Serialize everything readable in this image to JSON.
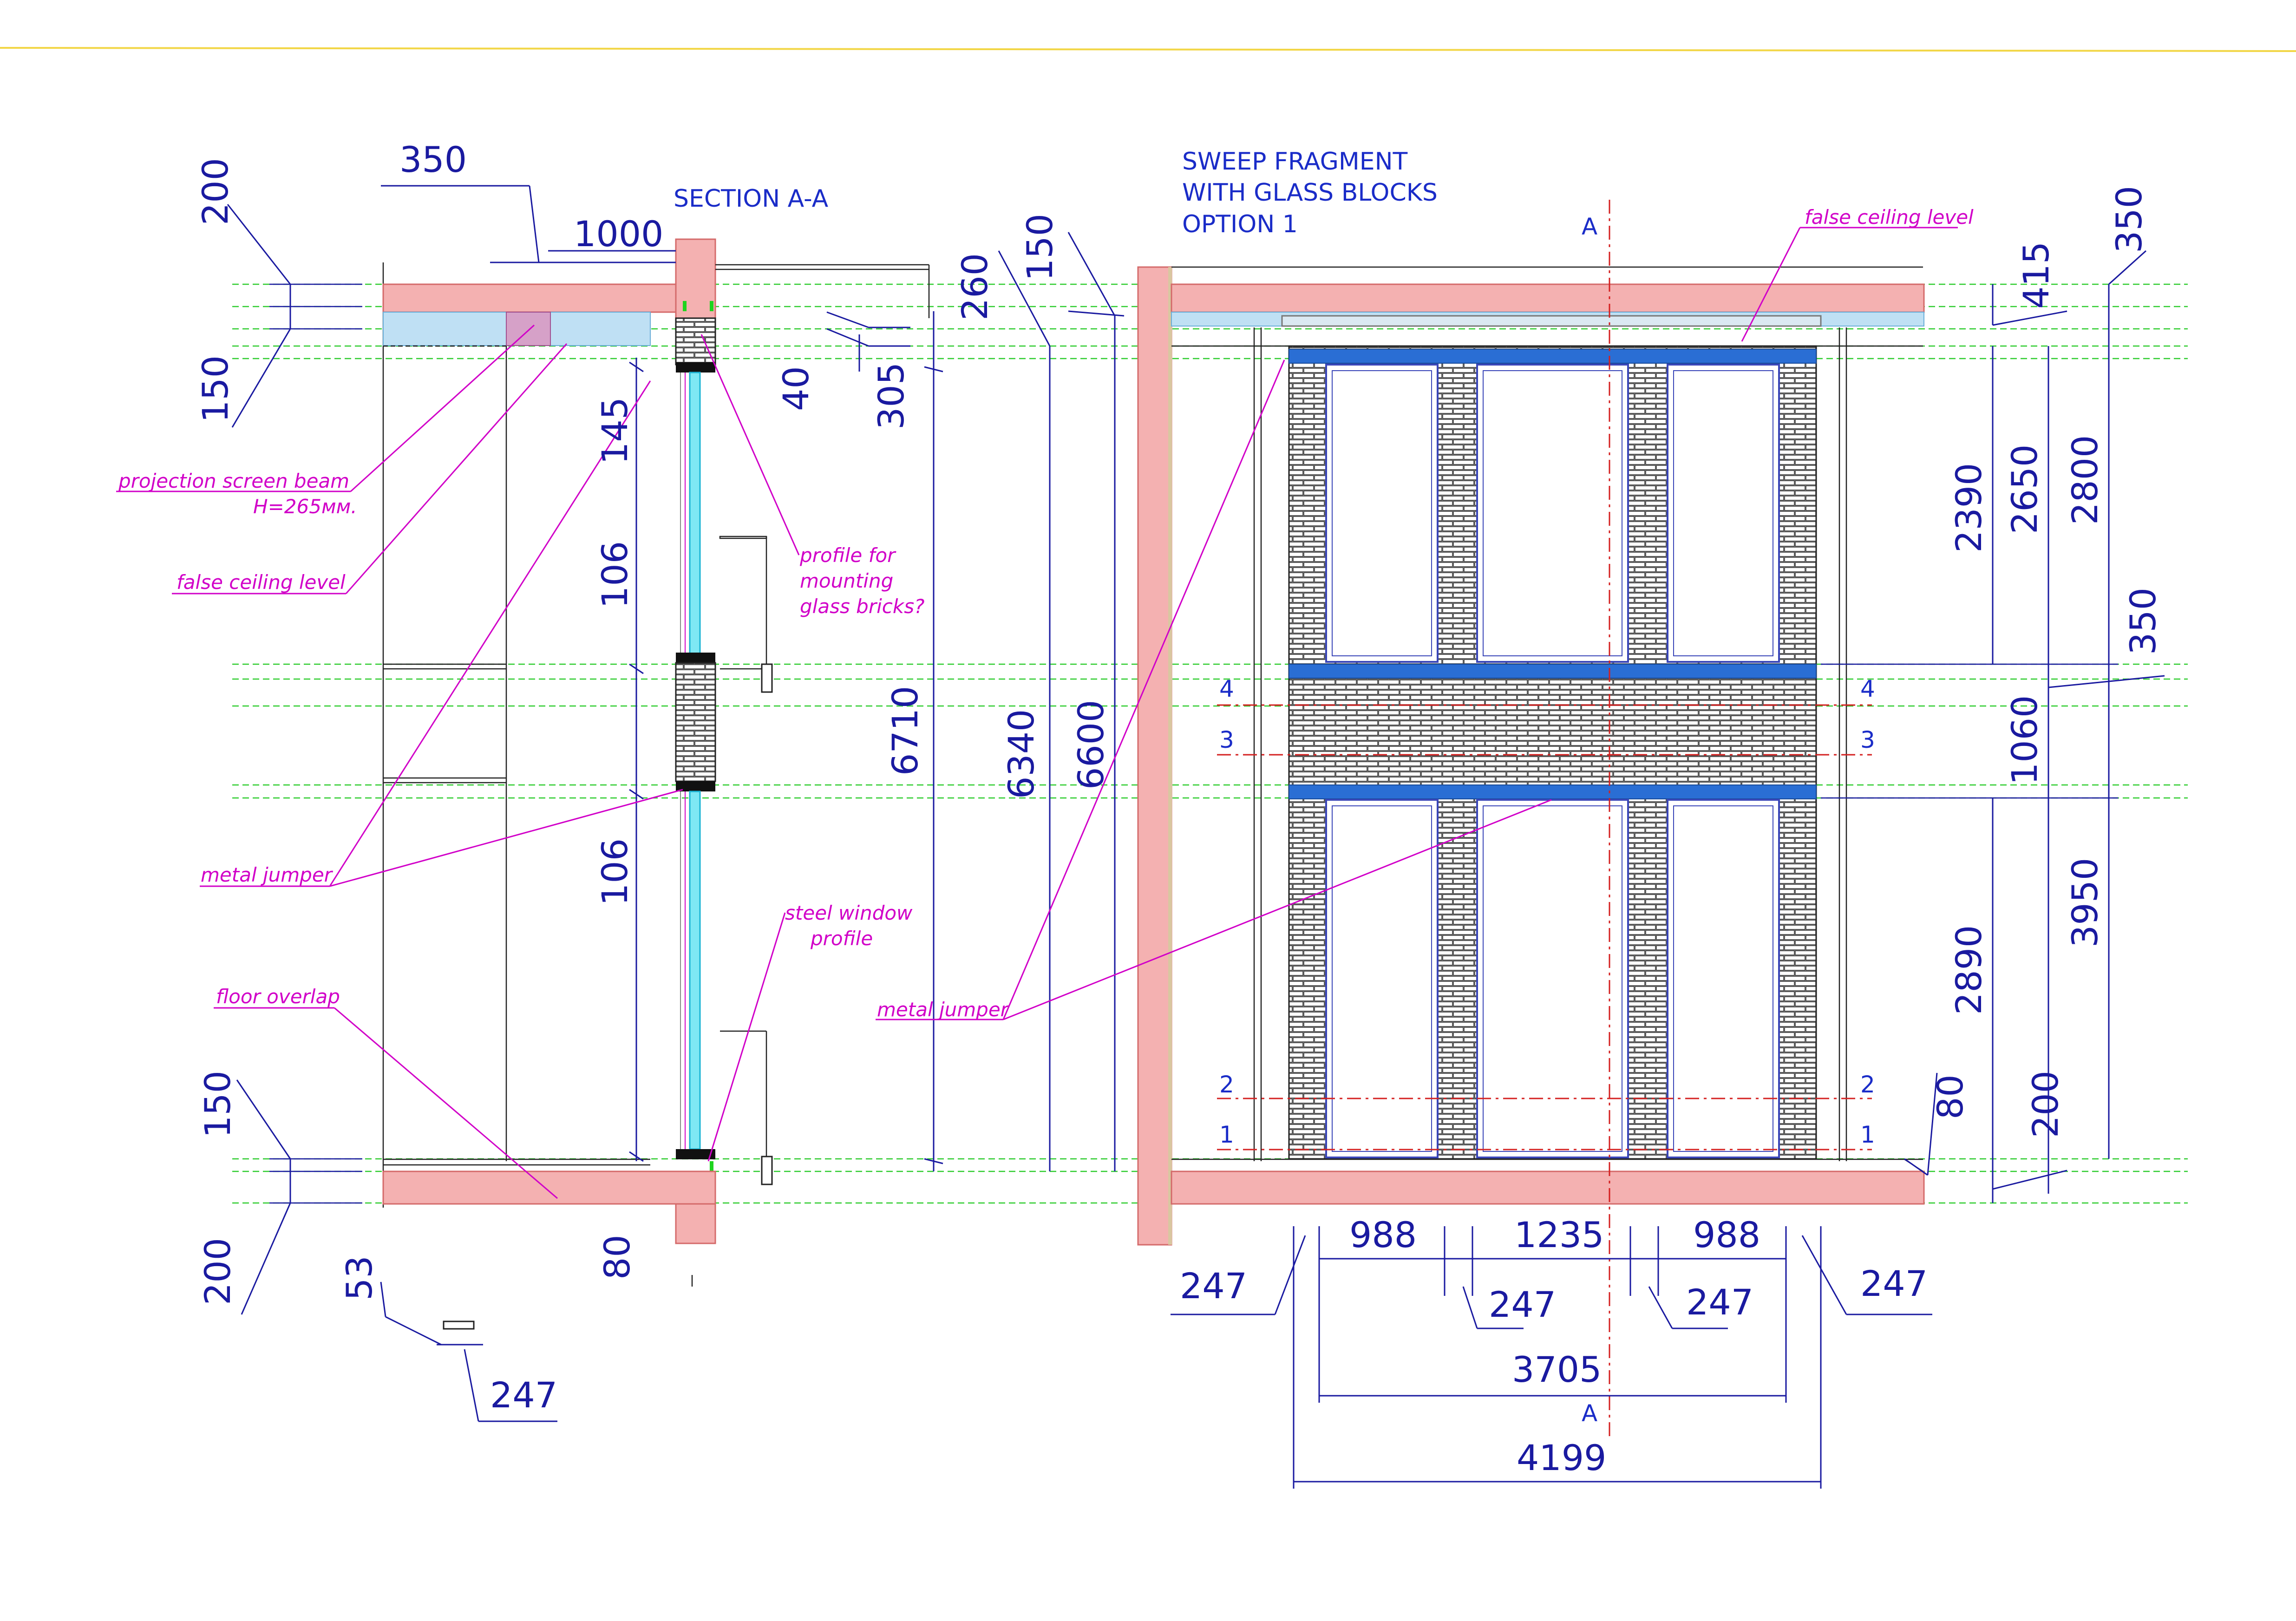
{
  "section_title": "SECTION A-A",
  "sweep_title": [
    "SWEEP FRAGMENT",
    "WITH GLASS BLOCKS",
    "OPTION 1"
  ],
  "section_marks": {
    "top": "A",
    "bottom": "A"
  },
  "level_marks": [
    "1",
    "2",
    "3",
    "4"
  ],
  "left_labels": {
    "projection_screen_beam": "projection screen beam",
    "projection_screen_beam_h": "H=265мм.",
    "false_ceiling_level": "false ceiling level",
    "metal_jumper": "metal jumper",
    "floor_overlap": "floor overlap",
    "profile_line1": "profile for",
    "profile_line2": "mounting",
    "profile_line3": "glass bricks?",
    "steel_window_line1": "steel window",
    "steel_window_line2": "profile"
  },
  "right_labels": {
    "false_ceiling_level": "false ceiling level",
    "metal_jumper": "metal jumper"
  },
  "left_dims": {
    "d200_top": "200",
    "d150_top": "150",
    "d350": "350",
    "d1000": "1000",
    "d145": "145",
    "d106_a": "106",
    "d106_b": "106",
    "d150_bot": "150",
    "d200_bot": "200",
    "d53": "53",
    "d247": "247",
    "d80": "80",
    "d40": "40",
    "d305": "305",
    "d260": "260",
    "d150_mid": "150",
    "d6710": "6710",
    "d6340": "6340",
    "d6600": "6600"
  },
  "right_dims": {
    "d350_top": "350",
    "d415": "415",
    "d2390": "2390",
    "d2650": "2650",
    "d2800": "2800",
    "d350_mid": "350",
    "d1060": "1060",
    "d3950": "3950",
    "d2890": "2890",
    "d80": "80",
    "d200": "200",
    "w988_a": "988",
    "w1235": "1235",
    "w988_b": "988",
    "w247_a": "247",
    "w247_b": "247",
    "w247_c": "247",
    "w247_d": "247",
    "w3705": "3705",
    "w4199": "4199"
  }
}
